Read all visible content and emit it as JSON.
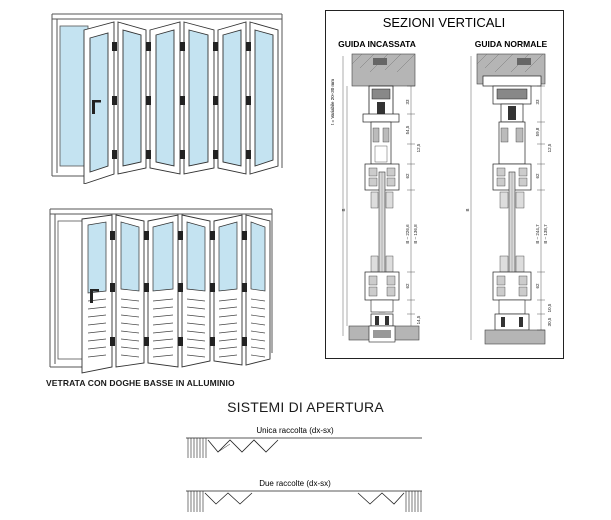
{
  "panel": {
    "title": "SEZIONI VERTICALI",
    "col_left": "GUIDA INCASSATA",
    "col_right": "GUIDA NORMALE",
    "side_note": "t = Variabile 20÷30 mm",
    "dims_left": [
      "33",
      "54,5",
      "62",
      "12,5",
      "B – 226,6",
      "B – 136,8",
      "62",
      "14,5"
    ],
    "dims_right": [
      "33",
      "59,8",
      "62",
      "12,5",
      "B – 244,7",
      "B – 138,7",
      "62",
      "30,5",
      "10,5"
    ],
    "h_left": "B",
    "h_right": "B"
  },
  "caption_lower": "VETRATA CON DOGHE BASSE IN ALLUMINIO",
  "opening": {
    "title": "SISTEMI DI APERTURA",
    "single_label": "Unica raccolta (dx-sx)",
    "double_label": "Due raccolte (dx-sx)"
  },
  "colors": {
    "glass": "#c4e3f1",
    "frame": "#3a3a3a",
    "panel_border": "#222222",
    "wall": "#9a9a9a"
  }
}
